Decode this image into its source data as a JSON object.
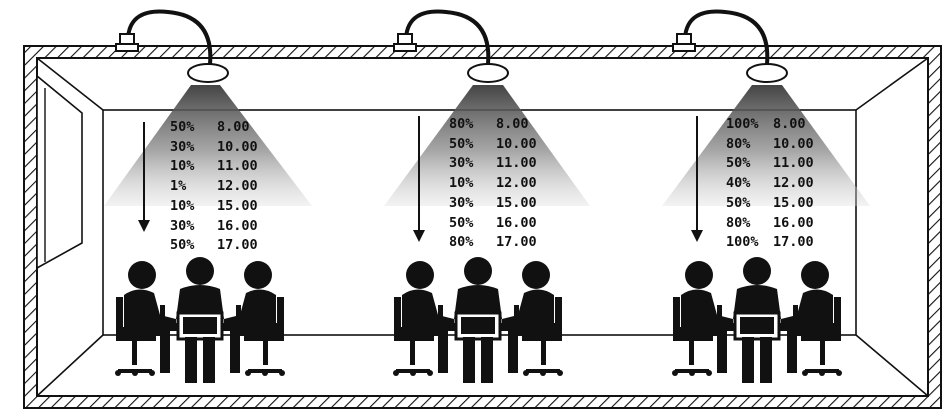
{
  "lamps": [
    {
      "schedule": [
        {
          "level": "50%",
          "time": "8.00"
        },
        {
          "level": "30%",
          "time": "10.00"
        },
        {
          "level": "10%",
          "time": "11.00"
        },
        {
          "level": "1%",
          "time": "12.00"
        },
        {
          "level": "10%",
          "time": "15.00"
        },
        {
          "level": "30%",
          "time": "16.00"
        },
        {
          "level": "50%",
          "time": "17.00"
        }
      ]
    },
    {
      "schedule": [
        {
          "level": "80%",
          "time": "8.00"
        },
        {
          "level": "50%",
          "time": "10.00"
        },
        {
          "level": "30%",
          "time": "11.00"
        },
        {
          "level": "10%",
          "time": "12.00"
        },
        {
          "level": "30%",
          "time": "15.00"
        },
        {
          "level": "50%",
          "time": "16.00"
        },
        {
          "level": "80%",
          "time": "17.00"
        }
      ]
    },
    {
      "schedule": [
        {
          "level": "100%",
          "time": "8.00"
        },
        {
          "level": "80%",
          "time": "10.00"
        },
        {
          "level": "50%",
          "time": "11.00"
        },
        {
          "level": "40%",
          "time": "12.00"
        },
        {
          "level": "50%",
          "time": "15.00"
        },
        {
          "level": "80%",
          "time": "16.00"
        },
        {
          "level": "100%",
          "time": "17.00"
        }
      ]
    }
  ]
}
